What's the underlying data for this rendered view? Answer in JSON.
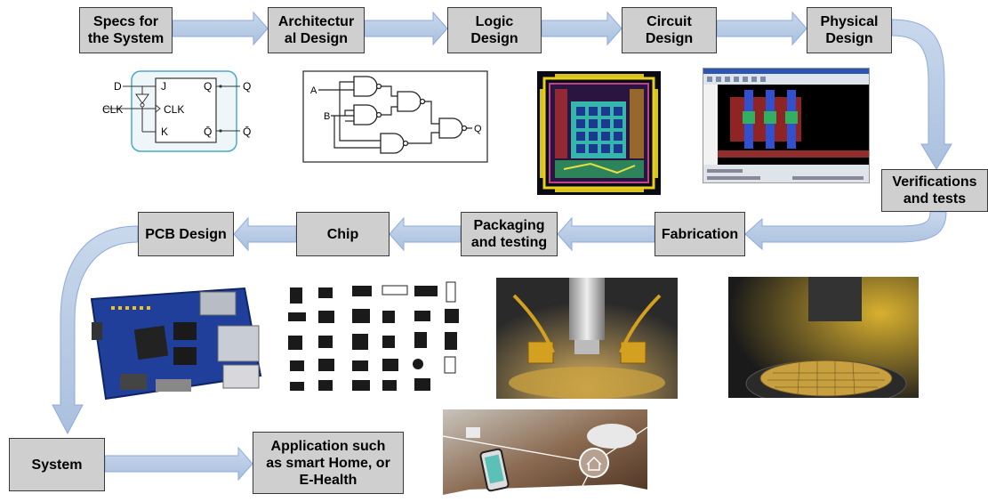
{
  "colors": {
    "box_fill": "#cfcfcf",
    "box_border": "#3a3a3a",
    "arrow_fill": "#b8cce4",
    "arrow_stroke": "#8faadc",
    "flipflop_border": "#4aa8c8",
    "flipflop_fill": "#eef6fa"
  },
  "steps": {
    "specs": "Specs for\nthe System",
    "architecture": "Architectur\nal Design",
    "logic": "Logic\nDesign",
    "circuit": "Circuit\nDesign",
    "physical": "Physical\nDesign",
    "verification": "Verifications\nand tests",
    "fabrication": "Fabrication",
    "packaging": "Packaging\nand testing",
    "chip": "Chip",
    "pcb": "PCB Design",
    "system": "System",
    "application": "Application such\nas smart Home, or\nE-Health"
  },
  "flipflop": {
    "in_d": "D",
    "in_clk": "CLK",
    "pin_j": "J",
    "pin_clk": "CLK",
    "pin_k": "K",
    "pin_q": "Q",
    "pin_qbar": "Q̄",
    "out_q": "Q",
    "out_qbar": "Q̄"
  },
  "logic_diagram": {
    "input_a": "A",
    "input_b": "B",
    "output_q": "Q"
  },
  "illustrations": [
    "layout-photo",
    "circuit-editor-screenshot",
    "pcb-board-photo",
    "ic-packages-chart",
    "probe-station-photo",
    "wafer-photo",
    "smart-home-photo"
  ]
}
